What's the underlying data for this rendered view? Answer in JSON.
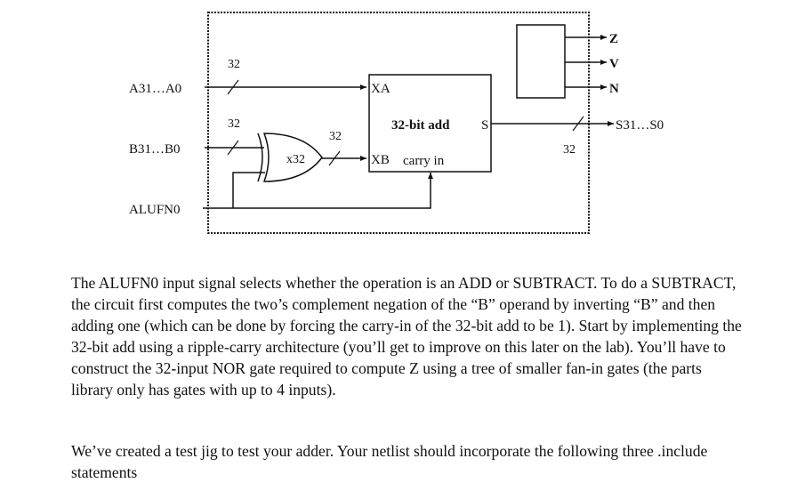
{
  "diagram": {
    "labels": {
      "a_in": "A31…A0",
      "b_in": "B31…B0",
      "alufn": "ALUFN0",
      "a_width": "32",
      "b_width": "32",
      "xor_width": "32",
      "sum_width": "32",
      "xor_label": "x32",
      "adder_title": "32-bit add",
      "adder_xa": "XA",
      "adder_xb": "XB",
      "adder_carry": "carry in",
      "adder_s": "S",
      "sum_out": "S31…S0",
      "out_z": "Z",
      "out_v": "V",
      "out_n": "N"
    }
  },
  "text": {
    "paragraph1": "The ALUFN0 input signal selects whether the operation is an ADD or SUBTRACT.  To do a SUBTRACT, the circuit first computes the two’s complement negation of the “B” operand by inverting “B” and then adding one (which can be done by forcing the carry-in of the 32-bit add to be 1).  Start by implementing the 32-bit add using a ripple-carry architecture (you’ll get to improve on this later on the lab).  You’ll have to construct the 32-input NOR gate required to compute Z using a tree of smaller fan-in gates (the parts library only has gates with up to 4 inputs).",
    "paragraph2": "We’ve created a test jig to test your adder. Your netlist should incorporate the following three .include statements"
  }
}
